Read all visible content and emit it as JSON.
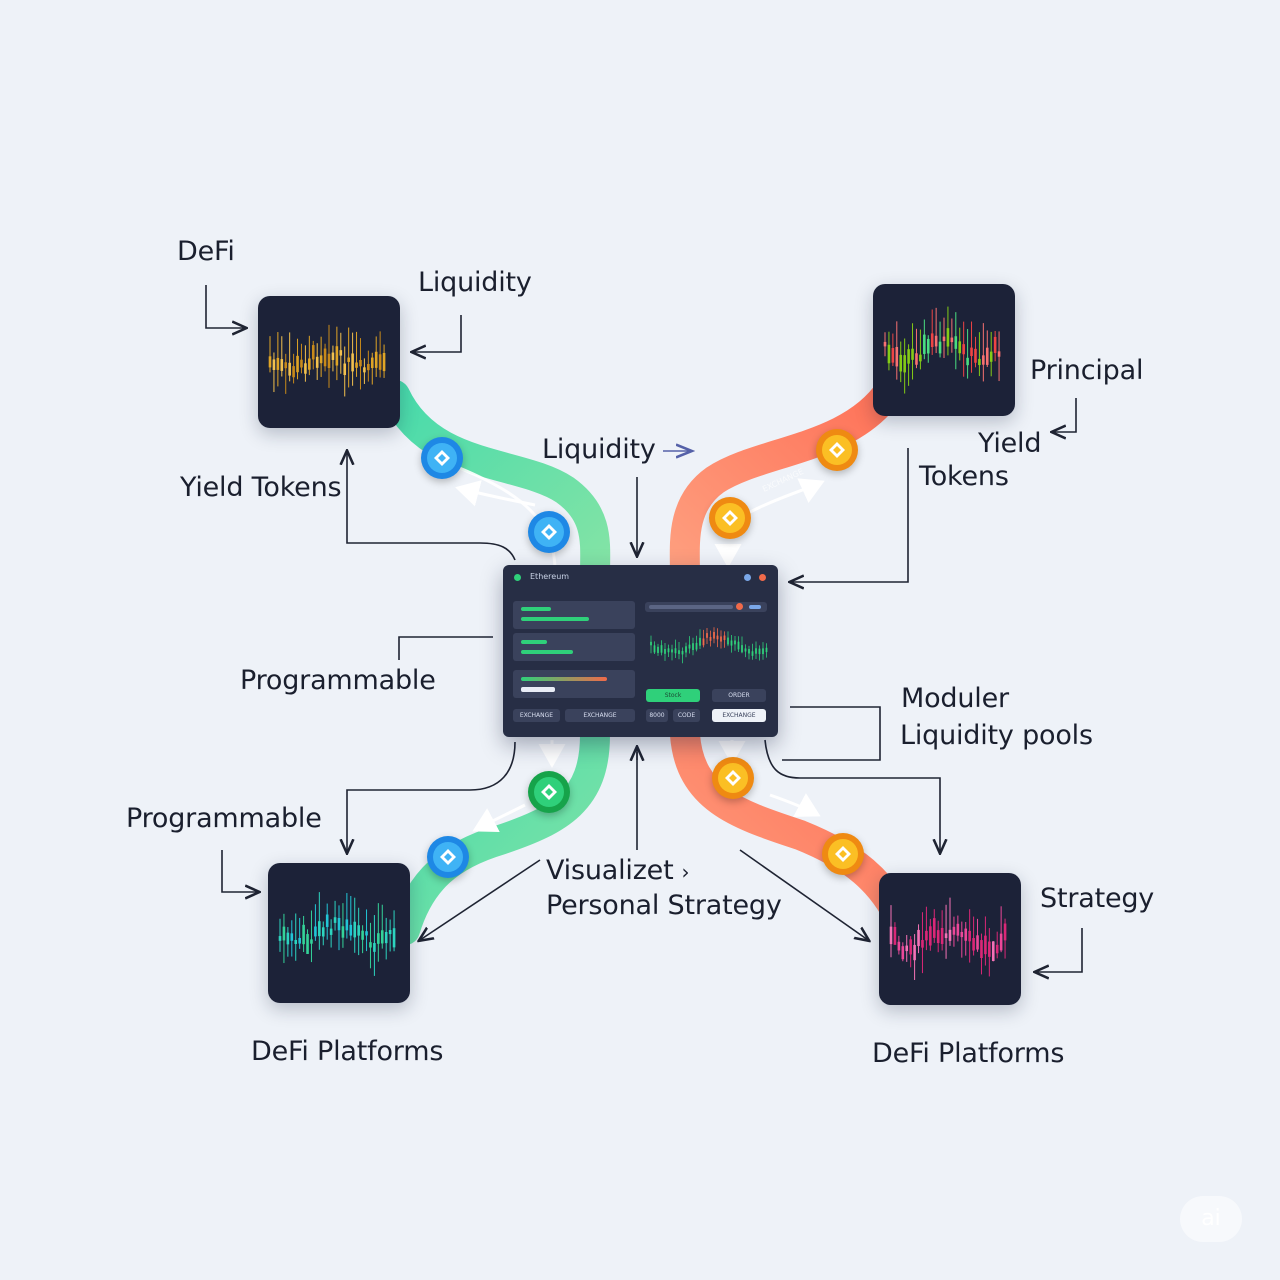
{
  "labels": {
    "defi_top": "DeFi",
    "liquidity_top_left": "Liquidity",
    "yield_tokens_left": "Yield Tokens",
    "liquidity_center": "Liquidity",
    "principal": "Principal",
    "yield_right": "Yield",
    "tokens_right": "Tokens",
    "programmable_mid": "Programmable",
    "moduler": "Moduler",
    "liquidity_pools": "Liquidity pools",
    "programmable_bottom": "Programmable",
    "visualizet": "Visualizet",
    "personal_strategy": "Personal Strategy",
    "strategy": "Strategy",
    "defi_platforms_left": "DeFi Platforms",
    "defi_platforms_right": "DeFi Platforms"
  },
  "dashboard": {
    "title": "Ethereum",
    "buttons": [
      "EXCHANGE",
      "EXCHANGE",
      "Stock",
      "ORDER",
      "EXCHANGE"
    ],
    "bottom_labels": [
      "EXCHANGE",
      "EXCHANGE",
      "8000",
      "CODE"
    ]
  },
  "colors": {
    "background": "#eef2f8",
    "flow_green": "#4fdca4",
    "flow_red": "#ff7a5c",
    "tile": "#1c2238",
    "dashboard": "#272e45",
    "connector": "#1f2433"
  },
  "icons": [
    "token-coin-icon",
    "window-dot-icon"
  ],
  "watermark": "ai"
}
